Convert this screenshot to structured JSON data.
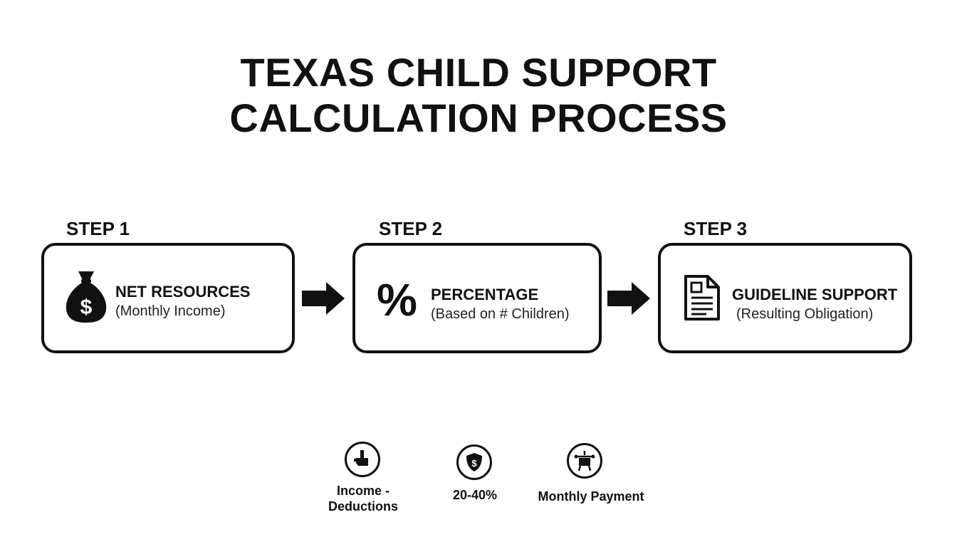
{
  "title": {
    "line1": "TEXAS CHILD SUPPORT",
    "line2": "CALCULATION PROCESS"
  },
  "steps": [
    {
      "label": "STEP 1",
      "title": "NET RESOURCES",
      "subtitle": "(Monthly Income)",
      "icon": "money-bag-icon"
    },
    {
      "label": "STEP 2",
      "title": "PERCENTAGE",
      "subtitle": "(Based on # Children)",
      "icon": "percent-icon",
      "glyph": "%"
    },
    {
      "label": "STEP 3",
      "title": "GUIDELINE SUPPORT",
      "subtitle": "(Resulting Obligation)",
      "icon": "document-icon"
    }
  ],
  "footer": [
    {
      "label_line1": "Income -",
      "label_line2": "Deductions",
      "icon": "hand-icon"
    },
    {
      "label_line1": "20-40%",
      "icon": "dollar-shield-icon"
    },
    {
      "label_line1": "Monthly Payment",
      "icon": "calendar-payment-icon"
    }
  ],
  "colors": {
    "ink": "#111111",
    "background": "#ffffff"
  }
}
